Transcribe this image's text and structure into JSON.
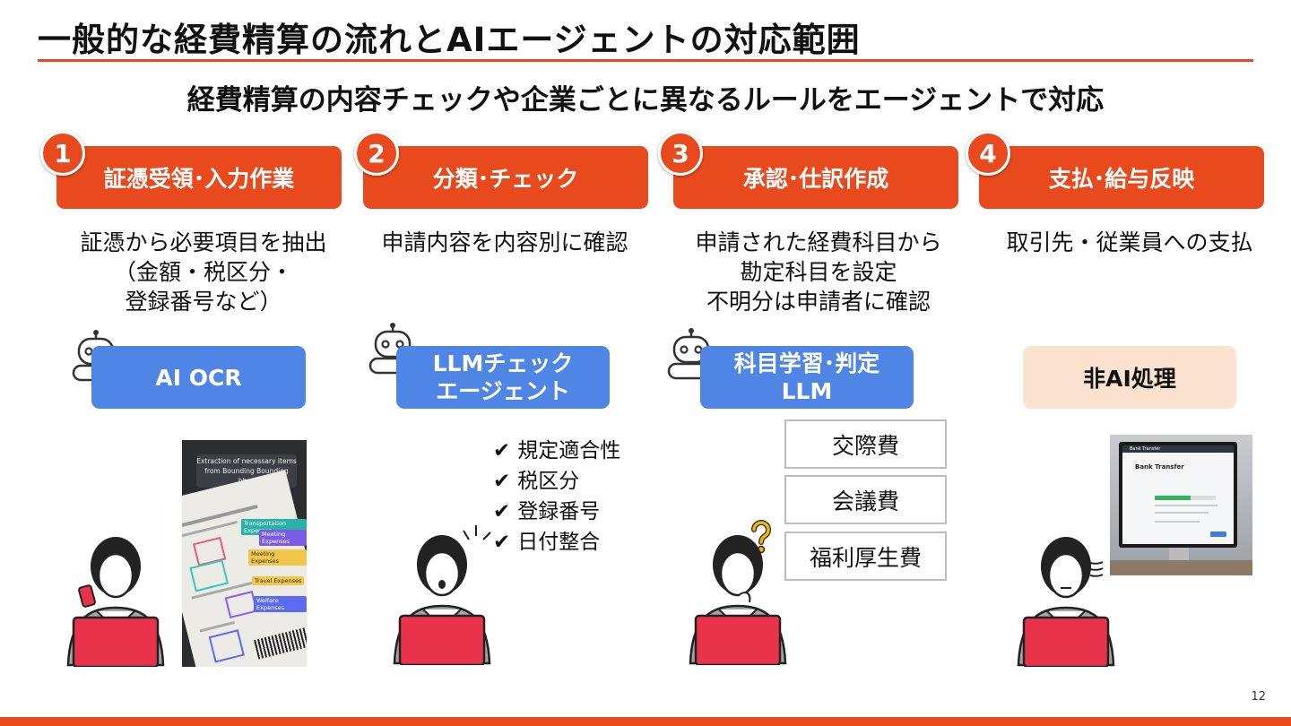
{
  "slide": {
    "title": "一般的な経費精算の流れとAIエージェントの対応範囲",
    "subtitle": "経費精算の内容チェックや企業ごとに異なるルールをエージェントで対応",
    "page_number": "12"
  },
  "steps": [
    {
      "number": "1",
      "label": "証憑受領･入力作業",
      "desc": [
        "証憑から必要項目を抽出",
        "（金額・税区分・",
        "登録番号など）"
      ],
      "tool_lines": [
        "AI OCR"
      ]
    },
    {
      "number": "2",
      "label": "分類･チェック",
      "desc": [
        "申請内容を内容別に確認"
      ],
      "tool_lines": [
        "LLMチェック",
        "エージェント"
      ]
    },
    {
      "number": "3",
      "label": "承認･仕訳作成",
      "desc": [
        "申請された経費科目から",
        "勘定科目を設定",
        "不明分は申請者に確認"
      ],
      "tool_lines": [
        "科目学習･判定",
        "LLM"
      ]
    },
    {
      "number": "4",
      "label": "支払･給与反映",
      "desc": [
        "取引先・従業員への支払"
      ],
      "tool_lines": [
        "非AI処理"
      ]
    }
  ],
  "checks": [
    "規定適合性",
    "税区分",
    "登録番号",
    "日付整合"
  ],
  "accounts": [
    "交際費",
    "会議費",
    "福利厚生費"
  ],
  "receipt": {
    "caption_line1": "Extraction of necessary items",
    "caption_line2": "from Bounding Bounding bbox",
    "tags": [
      "Transportation Expenses",
      "Meeting Expenses",
      "Meeting Expenses",
      "Travel Expenses",
      "Welfare Expenses"
    ]
  },
  "monitor": {
    "app_name": "Bank Transfer",
    "heading": "Bank Transfer"
  },
  "colors": {
    "accent": "#e8491d",
    "ai_blue": "#4f86e6",
    "non_ai": "#fbe3cf"
  },
  "icons": [
    "robot-icon",
    "person-laptop-icon",
    "question-mark-icon",
    "check-icon"
  ]
}
